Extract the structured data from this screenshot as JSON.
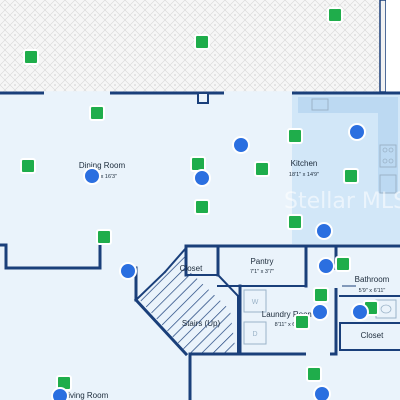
{
  "floorplan": {
    "rooms": {
      "dining": {
        "name": "Dining Room",
        "dims": "13'1\" x 16'3\""
      },
      "kitchen": {
        "name": "Kitchen",
        "dims": "18'1\" x 14'9\""
      },
      "pantry": {
        "name": "Pantry",
        "dims": "7'1\" x 3'7\""
      },
      "closet_left": {
        "name": "Closet"
      },
      "stairs": {
        "name": "Stairs (Up)"
      },
      "laundry": {
        "name": "Laundry Room",
        "dims": "8'11\" x 6'2\""
      },
      "bathroom": {
        "name": "Bathroom",
        "dims": "5'9\" x 6'11\""
      },
      "closet_right": {
        "name": "Closet"
      },
      "living": {
        "name": "Living Room"
      }
    },
    "appliances": {
      "washer": "W",
      "dryer": "D"
    },
    "watermark": "Stellar MLS"
  },
  "colors": {
    "wall": "#1a3f7a",
    "floor": "#eaf3fb",
    "patio": "#f7f7f7",
    "photo_marker": "#1fad4b",
    "pano_marker": "#2b6fe0",
    "kitchen_highlight": "#cfe6f8"
  }
}
